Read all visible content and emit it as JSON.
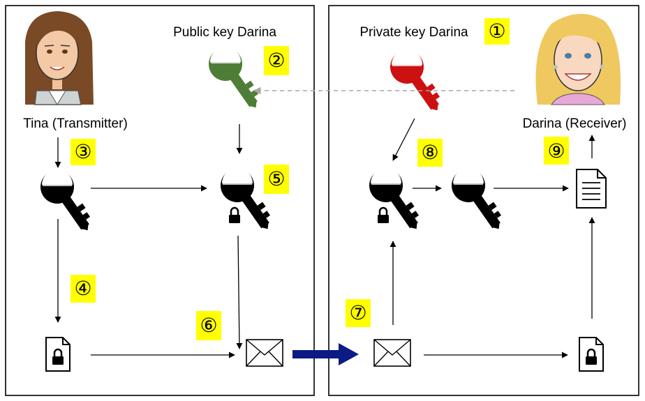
{
  "labels": {
    "public_key": "Public key Darina",
    "private_key": "Private key Darina",
    "transmitter": "Tina (Transmitter)",
    "receiver": "Darina (Receiver)"
  },
  "steps": [
    "①",
    "②",
    "③",
    "④",
    "⑤",
    "⑥",
    "⑦",
    "⑧",
    "⑨"
  ],
  "colors": {
    "badge": "#ffff00",
    "public_key": "#4e7d36",
    "private_key": "#cc1111",
    "transfer_arrow": "#0c1a86",
    "dashed_arrow": "#a6a6a6",
    "icon": "#000000"
  }
}
